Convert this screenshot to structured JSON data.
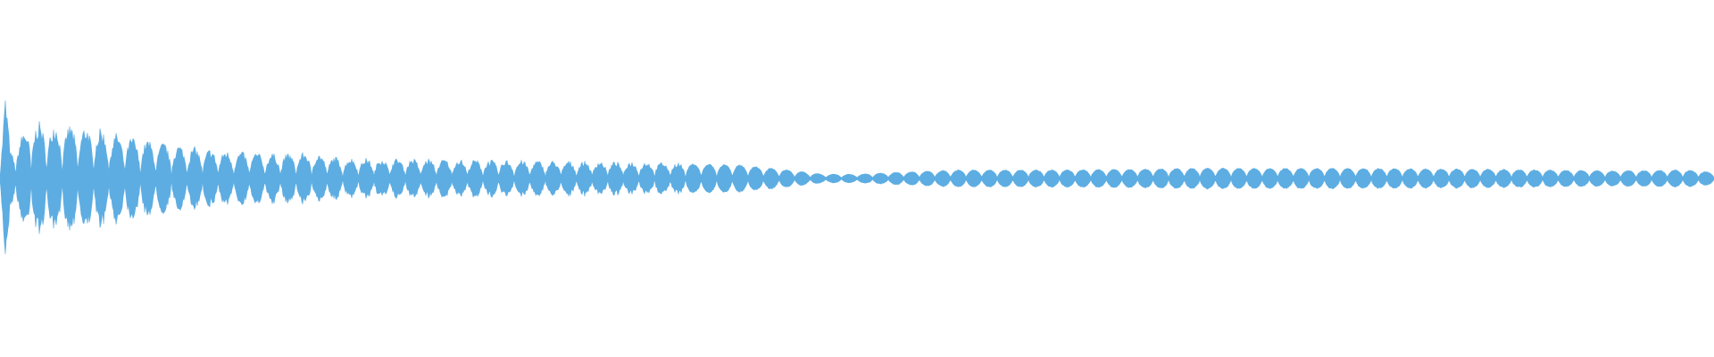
{
  "waveform": {
    "color": "#5dade2",
    "background": "#ffffff",
    "envelope": [
      {
        "t": 0.0,
        "peak": 0.3
      },
      {
        "t": 0.003,
        "peak": 0.97
      },
      {
        "t": 0.006,
        "peak": 0.3
      },
      {
        "t": 0.018,
        "peak": 0.62
      },
      {
        "t": 0.036,
        "peak": 0.58
      },
      {
        "t": 0.055,
        "peak": 0.56
      },
      {
        "t": 0.075,
        "peak": 0.45
      },
      {
        "t": 0.1,
        "peak": 0.37
      },
      {
        "t": 0.13,
        "peak": 0.3
      },
      {
        "t": 0.16,
        "peak": 0.27
      },
      {
        "t": 0.18,
        "peak": 0.28
      },
      {
        "t": 0.2,
        "peak": 0.22
      },
      {
        "t": 0.26,
        "peak": 0.21
      },
      {
        "t": 0.32,
        "peak": 0.19
      },
      {
        "t": 0.38,
        "peak": 0.18
      },
      {
        "t": 0.43,
        "peak": 0.16
      },
      {
        "t": 0.46,
        "peak": 0.1
      },
      {
        "t": 0.48,
        "peak": 0.05
      },
      {
        "t": 0.5,
        "peak": 0.05
      },
      {
        "t": 0.52,
        "peak": 0.07
      },
      {
        "t": 0.56,
        "peak": 0.1
      },
      {
        "t": 0.62,
        "peak": 0.1
      },
      {
        "t": 0.7,
        "peak": 0.12
      },
      {
        "t": 0.78,
        "peak": 0.12
      },
      {
        "t": 0.86,
        "peak": 0.11
      },
      {
        "t": 0.94,
        "peak": 0.09
      },
      {
        "t": 0.985,
        "peak": 0.1
      },
      {
        "t": 1.0,
        "peak": 0.07
      }
    ],
    "pulses": 110
  }
}
